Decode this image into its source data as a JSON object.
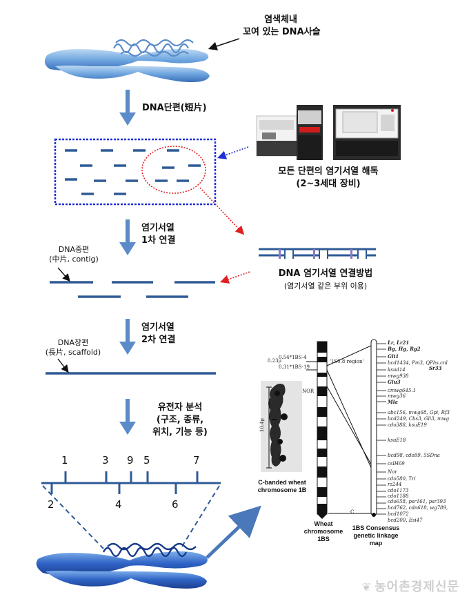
{
  "top": {
    "caption_line1": "염색체내",
    "caption_line2": "꼬여 있는 DNA사슬"
  },
  "step1": {
    "label": "DNA단편(短片)"
  },
  "sequencer": {
    "caption_line1": "모든 단편의 염기서열 해독",
    "caption_line2": "(2~3세대 장비)"
  },
  "step2": {
    "label_line1": "염기서열",
    "label_line2": "1차 연결"
  },
  "contig": {
    "label_line1": "DNA중편",
    "label_line2": "(中片, contig)"
  },
  "method": {
    "caption_line1": "DNA 염기서열 연결방법",
    "caption_line2": "(염기서열 같은 부위 이용)"
  },
  "step3": {
    "label_line1": "염기서열",
    "label_line2": "2차 연결"
  },
  "scaffold": {
    "label_line1": "DNA장편",
    "label_line2": "(長片, scaffold)"
  },
  "step4": {
    "label_line1": "유전자 분석",
    "label_line2": "(구조, 종류,",
    "label_line3": "위치, 기능 등)"
  },
  "gene_numbers_top": [
    "1",
    "3",
    "9",
    "5",
    "7"
  ],
  "gene_numbers_bottom": [
    "2",
    "4",
    "6"
  ],
  "wheat": {
    "cband_caption_line1": "C-banded wheat",
    "cband_caption_line2": "chromosome 1B",
    "scale_label": "10.4μ",
    "small_scale": "0.23μ",
    "mark1": "0.54*1BS-4",
    "mark2": "0.31*1BS-19",
    "region": "'1S0.8 region'",
    "nor": "NOR",
    "c_label": "C",
    "chrom_caption_line1": "Wheat",
    "chrom_caption_line2": "chromosome",
    "chrom_caption_line3": "1BS",
    "map_caption_line1": "1BS Consensus",
    "map_caption_line2": "genetic linkage",
    "map_caption_line3": "map",
    "markers": [
      "Lr, Lr21",
      "Bg, Hg, Rg2",
      "Gli1",
      "bcd1434, Pm3, QPhs.cnl",
      "Sr33",
      "ksud14",
      "mwg938",
      "Glu3",
      "cmwg645.1",
      "mwg36",
      "Mla",
      "abc156, mwg68, Gpi, Rf3",
      "bcd249, Cbs3, Gli3, mwg",
      "cdo388, ksuE19",
      "ksuE18",
      "bcd98, cdo99, 5SDna",
      "cslH69",
      "Nor",
      "cdo580, Tri",
      "rz244",
      "cdo1173",
      "cdo1188",
      "cdo658, psr161, psr393",
      "bcd762, cdo618, wg789,",
      "bcd1072",
      "bcd200, Esi47"
    ]
  },
  "watermark": "농어촌경제신문",
  "colors": {
    "dark_blue": "#2e5a96",
    "arrow_blue": "#5b8cc9",
    "dotted_blue": "#1f2fd6",
    "dotted_red": "#e02020"
  }
}
